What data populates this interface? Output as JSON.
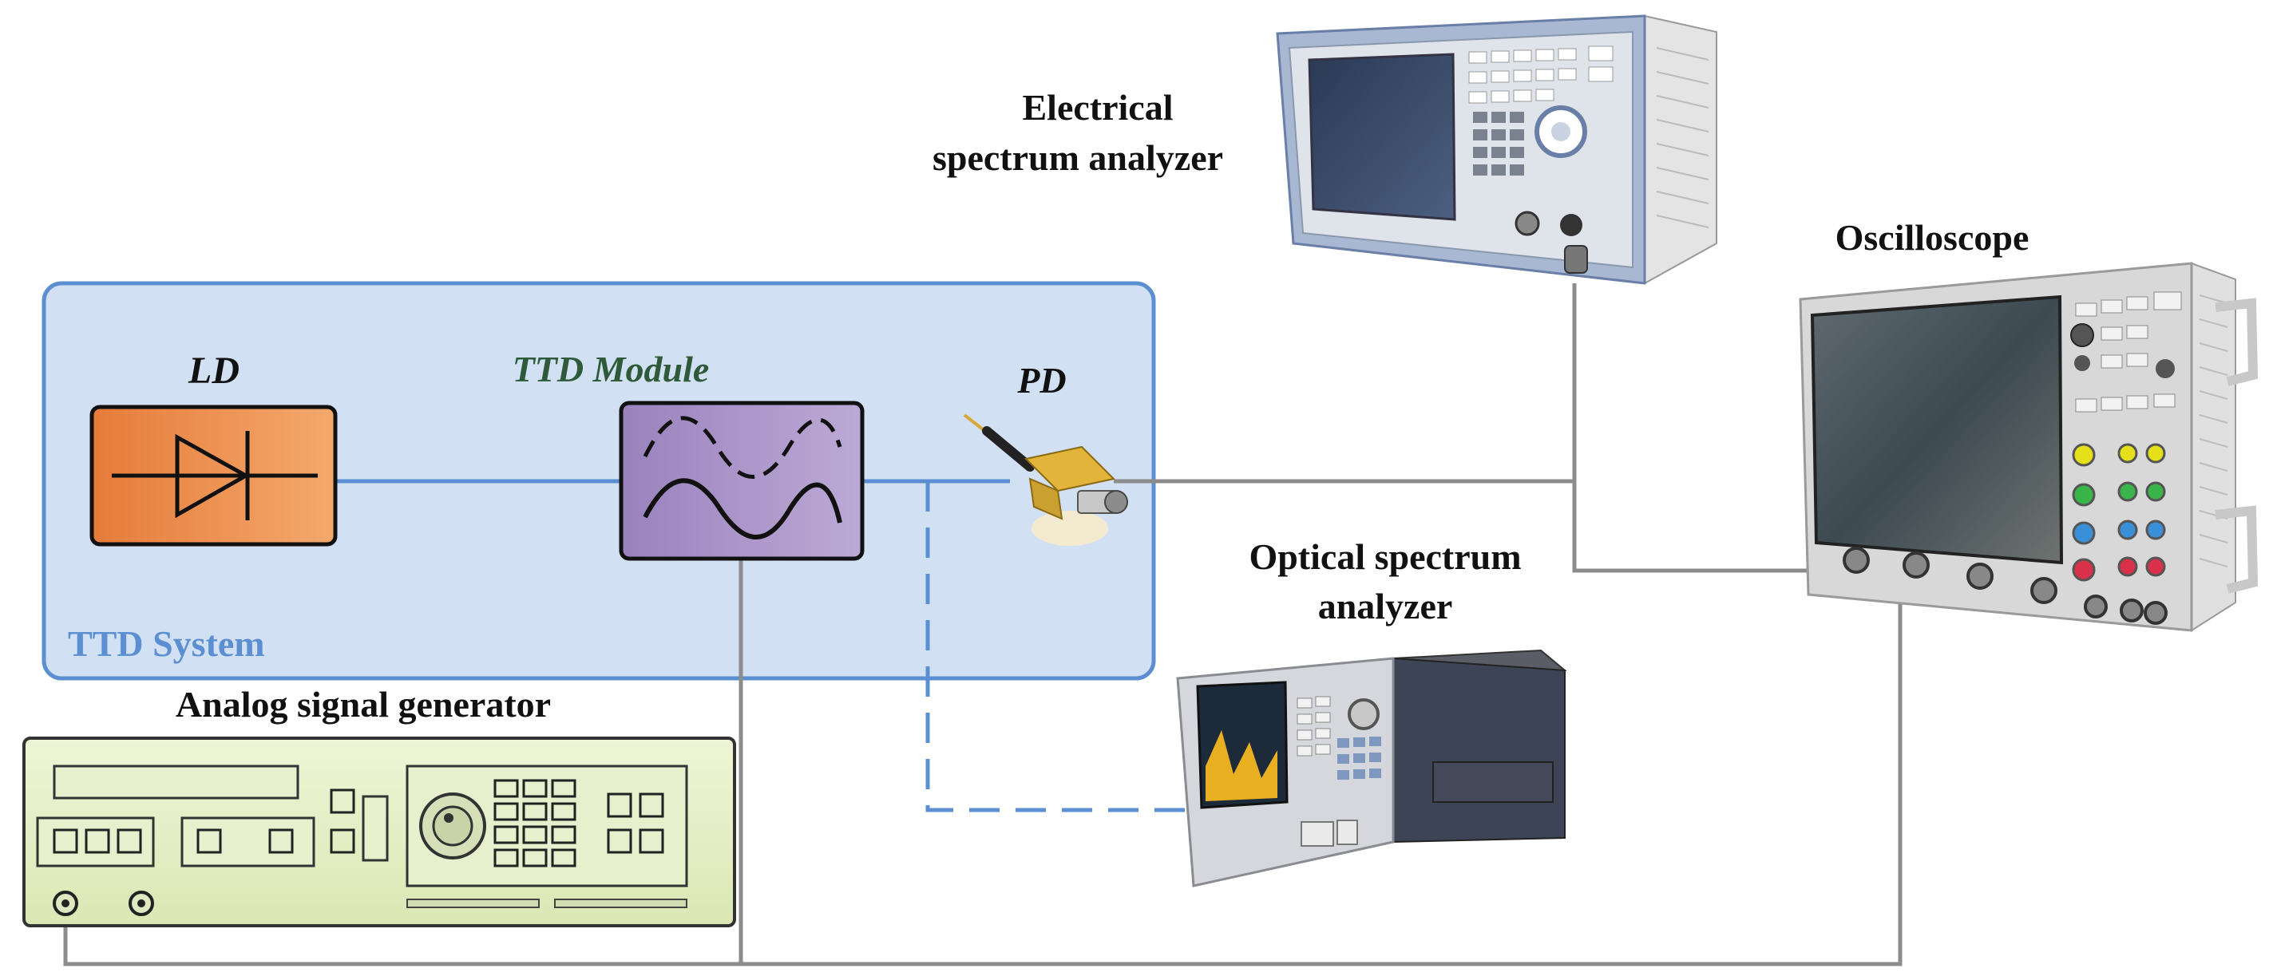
{
  "labels": {
    "ld": "LD",
    "ttd_module": "TTD Module",
    "pd": "PD",
    "ttd_system": "TTD System",
    "electrical_sa_line1": "Electrical",
    "electrical_sa_line2": "spectrum analyzer",
    "oscilloscope": "Oscilloscope",
    "optical_sa_line1": "Optical spectrum",
    "optical_sa_line2": "analyzer",
    "analog_generator": "Analog signal generator"
  },
  "colors": {
    "system_fill": "#d1e0f2",
    "system_border": "#5b8fd1",
    "ld_fill": "#f09a5a",
    "module_fill": "#a993c6",
    "optical_line": "#5b8fd1",
    "electrical_line": "#8c8c8c",
    "module_label": "#2e5a3a",
    "generator_fill": "#e6f0c8"
  }
}
